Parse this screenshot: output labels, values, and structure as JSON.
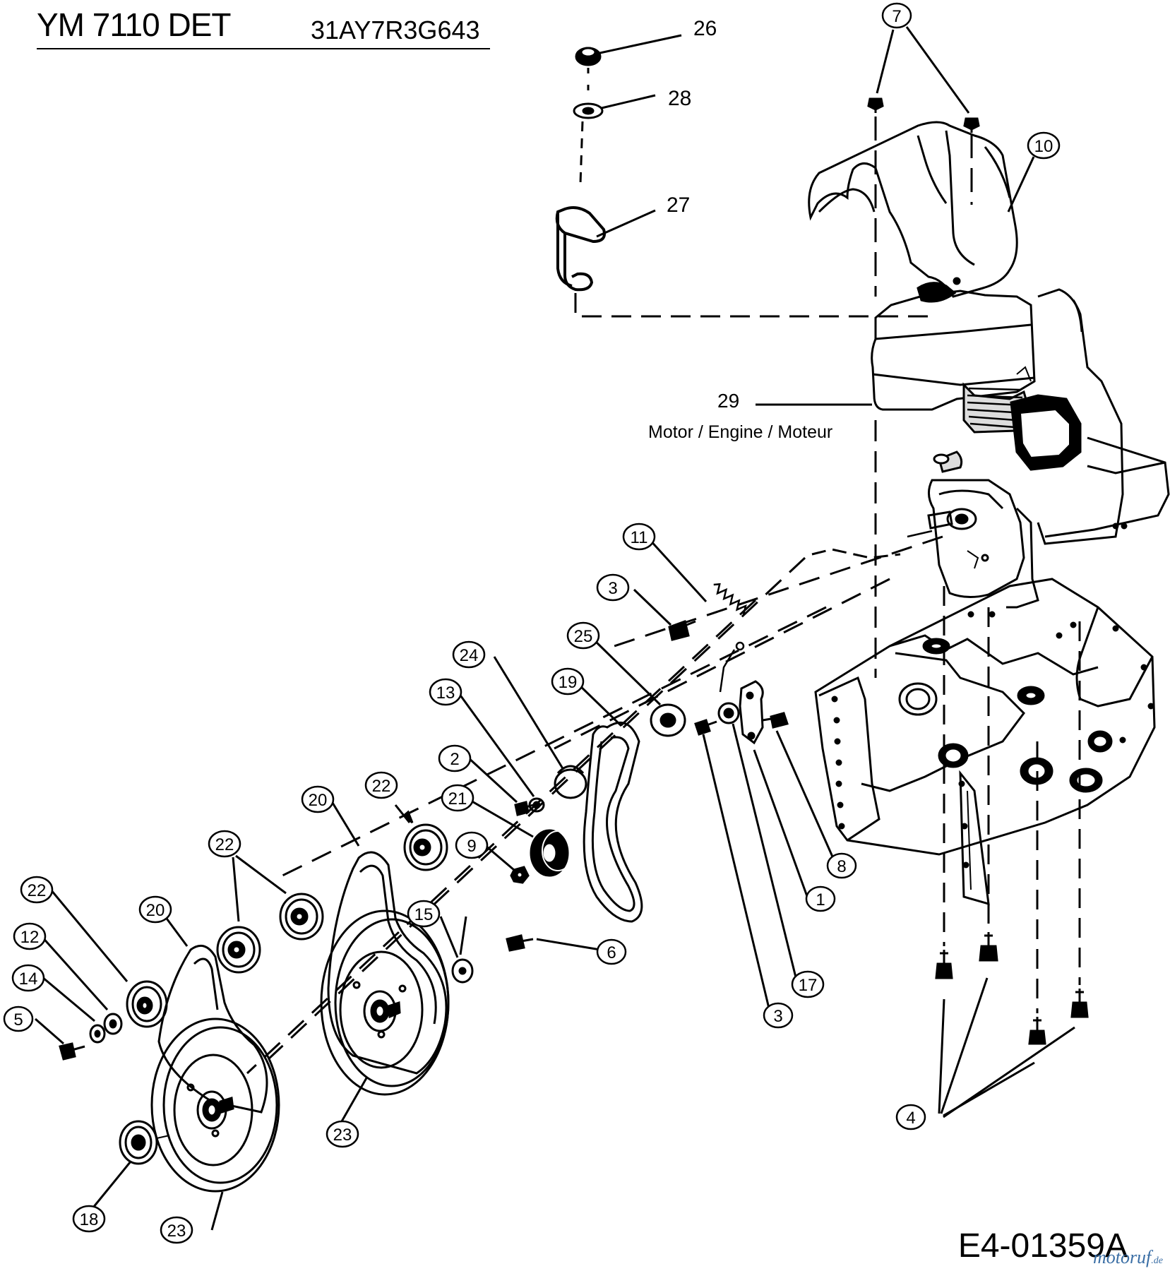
{
  "header": {
    "model": "YM 7110 DET",
    "serial": "31AY7R3G643"
  },
  "footer": {
    "diagram_id": "E4-01359A",
    "watermark_main": "motoruf",
    "watermark_tld": ".de"
  },
  "engine_label": "Motor / Engine / Moteur",
  "callouts": [
    {
      "id": "c26",
      "label": "26",
      "boxed": false
    },
    {
      "id": "c28",
      "label": "28",
      "boxed": false
    },
    {
      "id": "c27",
      "label": "27",
      "boxed": false
    },
    {
      "id": "c29",
      "label": "29",
      "boxed": false
    },
    {
      "id": "c7",
      "label": "7",
      "boxed": true
    },
    {
      "id": "c10",
      "label": "10",
      "boxed": true
    },
    {
      "id": "c11",
      "label": "11",
      "boxed": true
    },
    {
      "id": "c3a",
      "label": "3",
      "boxed": true
    },
    {
      "id": "c25",
      "label": "25",
      "boxed": true
    },
    {
      "id": "c24",
      "label": "24",
      "boxed": true
    },
    {
      "id": "c19",
      "label": "19",
      "boxed": true
    },
    {
      "id": "c13",
      "label": "13",
      "boxed": true
    },
    {
      "id": "c2",
      "label": "2",
      "boxed": true
    },
    {
      "id": "c22a",
      "label": "22",
      "boxed": true
    },
    {
      "id": "c21",
      "label": "21",
      "boxed": true
    },
    {
      "id": "c9",
      "label": "9",
      "boxed": true
    },
    {
      "id": "c20a",
      "label": "20",
      "boxed": true
    },
    {
      "id": "c22b",
      "label": "22",
      "boxed": true
    },
    {
      "id": "c22c",
      "label": "22",
      "boxed": true
    },
    {
      "id": "c20b",
      "label": "20",
      "boxed": true
    },
    {
      "id": "c12",
      "label": "12",
      "boxed": true
    },
    {
      "id": "c14",
      "label": "14",
      "boxed": true
    },
    {
      "id": "c5",
      "label": "5",
      "boxed": true
    },
    {
      "id": "c15",
      "label": "15",
      "boxed": true
    },
    {
      "id": "c6",
      "label": "6",
      "boxed": true
    },
    {
      "id": "c8",
      "label": "8",
      "boxed": true
    },
    {
      "id": "c1",
      "label": "1",
      "boxed": true
    },
    {
      "id": "c17",
      "label": "17",
      "boxed": true
    },
    {
      "id": "c3b",
      "label": "3",
      "boxed": true
    },
    {
      "id": "c4",
      "label": "4",
      "boxed": true
    },
    {
      "id": "c23a",
      "label": "23",
      "boxed": true
    },
    {
      "id": "c23b",
      "label": "23",
      "boxed": true
    },
    {
      "id": "c18",
      "label": "18",
      "boxed": true
    }
  ]
}
